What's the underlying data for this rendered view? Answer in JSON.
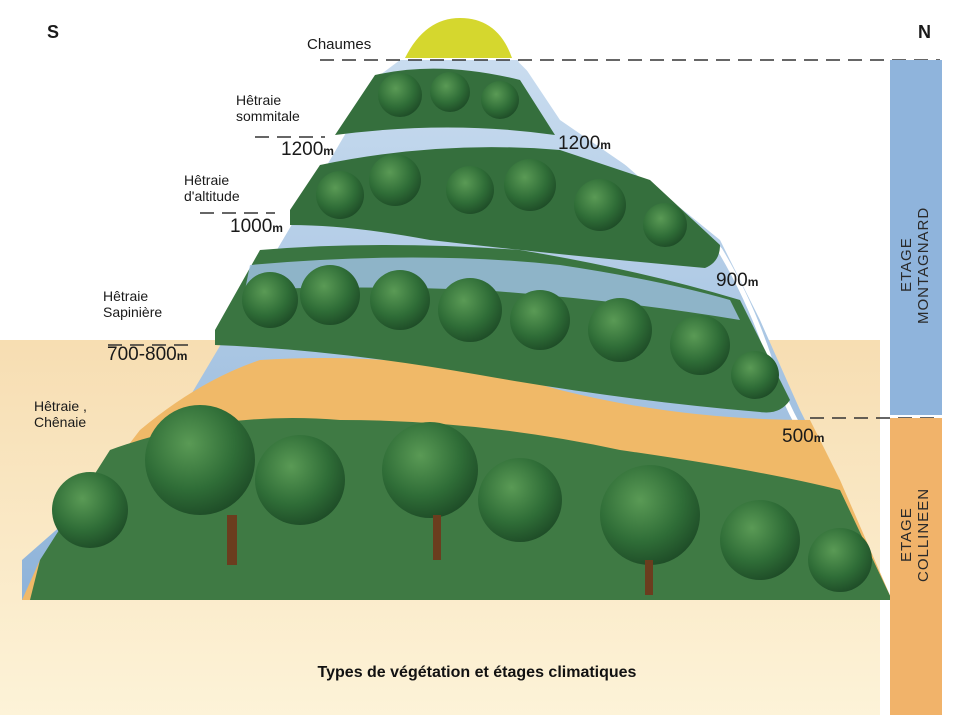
{
  "directions": {
    "south": "S",
    "north": "N"
  },
  "summit_label": "Chaumes",
  "zones": [
    {
      "line1": "Hêtraie",
      "line2": "sommitale"
    },
    {
      "line1": "Hêtraie",
      "line2": "d'altitude"
    },
    {
      "line1": "Hêtraie",
      "line2": "Sapinière"
    },
    {
      "line1": "Hêtraie ,",
      "line2": "Chênaie"
    }
  ],
  "altitudes_south": [
    {
      "value": "1200",
      "unit": "m"
    },
    {
      "value": "1000",
      "unit": "m"
    },
    {
      "value": "700-800",
      "unit": "m"
    }
  ],
  "altitudes_north": [
    {
      "value": "1200",
      "unit": "m"
    },
    {
      "value": "900",
      "unit": "m"
    },
    {
      "value": "500",
      "unit": "m"
    }
  ],
  "stages": [
    {
      "line1": "ETAGE",
      "line2": "MONTAGNARD"
    },
    {
      "line1": "ETAGE",
      "line2": "COLLINEEN"
    }
  ],
  "caption": "Types de végétation et étages climatiques",
  "colors": {
    "montagnard": "#8fb4dc",
    "collineen": "#f1b36a",
    "sky": "#a9c6e6",
    "ground": "#f2c777",
    "forest": "#2e6b3a",
    "meadow": "#d6d930"
  }
}
